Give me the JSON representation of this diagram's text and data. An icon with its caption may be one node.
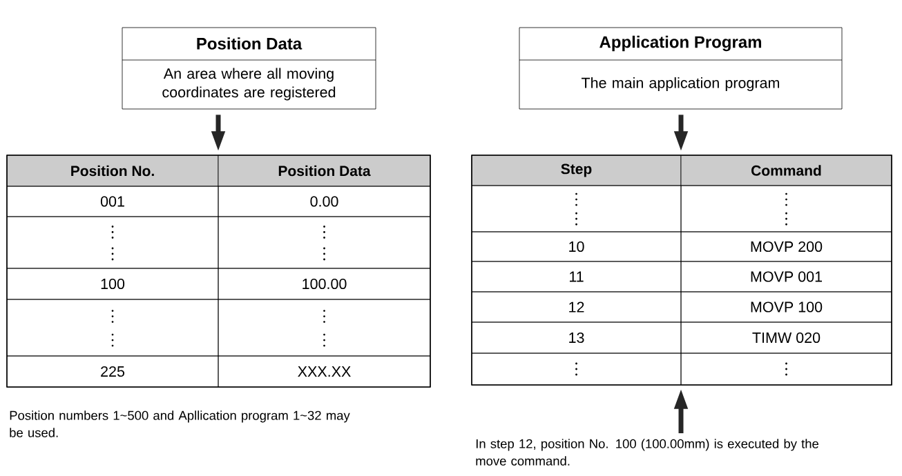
{
  "diagram": {
    "nodes": [
      {
        "text": [
          "Position Data",
          "An area where all moving coordinates are registered"
        ]
      },
      {
        "text": [
          "Application Program",
          "The main application program"
        ]
      },
      {
        "text": [],
        "shape": "table"
      },
      {
        "text": [],
        "shape": "table"
      },
      {
        "text": [
          "In step 12, position No. 100 (100.00mm) is executed by the move command."
        ]
      }
    ],
    "edges": [
      {
        "from": 0,
        "to": 2,
        "arrow": "to"
      },
      {
        "from": 1,
        "to": 3,
        "arrow": "to"
      },
      {
        "from": 4,
        "to": 3,
        "arrow": "to"
      }
    ],
    "labels": [
      "Position No.",
      "Position Data",
      "001",
      "0.00",
      "100",
      "100.00",
      "225",
      "XXX.XX",
      "Step",
      "Command",
      "10",
      "MOVP 200",
      "11",
      "MOVP 001",
      "12",
      "MOVP 100",
      "13",
      "TIMW 020",
      "Position numbers 1~500 and Apllication program 1~32 may be used."
    ]
  }
}
